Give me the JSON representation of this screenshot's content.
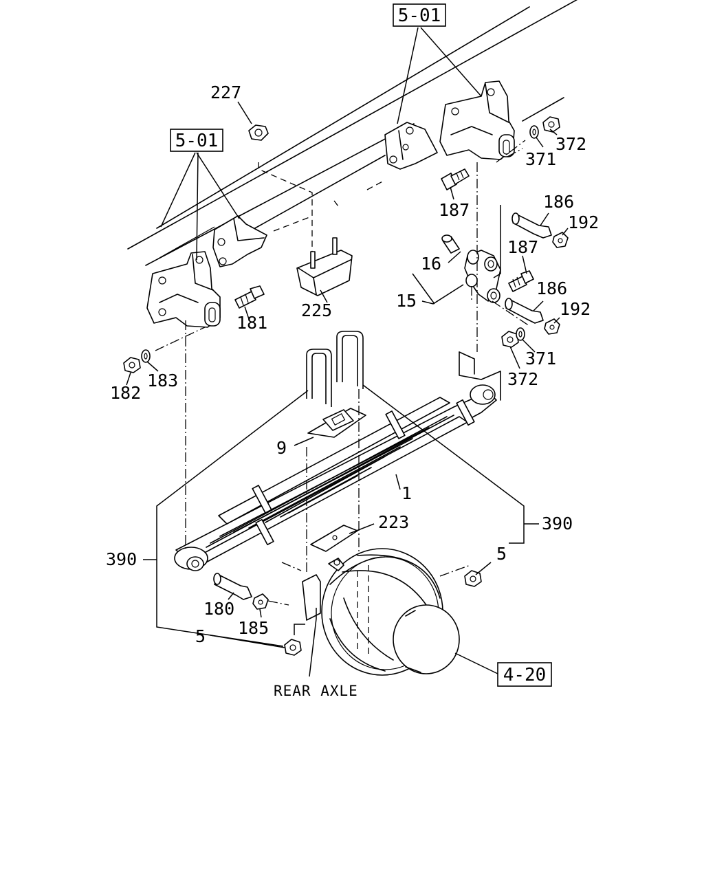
{
  "labels": {
    "ref_5_01_top": "5-01",
    "ref_5_01_left": "5-01",
    "ref_4_20": "4-20",
    "p227": "227",
    "p372_top": "372",
    "p371_top": "371",
    "p187_top": "187",
    "p186_top": "186",
    "p192_top": "192",
    "p16": "16",
    "p187_mid": "187",
    "p15": "15",
    "p186_mid": "186",
    "p192_mid": "192",
    "p225": "225",
    "p181": "181",
    "p371_mid": "371",
    "p372_mid": "372",
    "p182": "182",
    "p183": "183",
    "p9": "9",
    "p1": "1",
    "p390_right": "390",
    "p223": "223",
    "p390_left": "390",
    "p5_right": "5",
    "p180": "180",
    "p185": "185",
    "p5_left": "5",
    "rear_axle": "REAR AXLE"
  }
}
